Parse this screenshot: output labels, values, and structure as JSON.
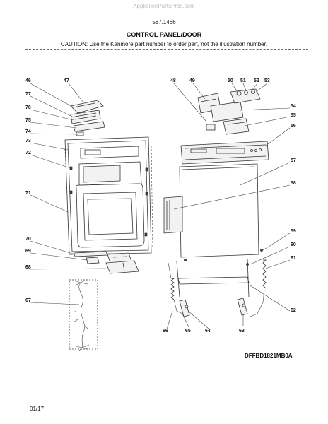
{
  "header": {
    "watermark": "AppliancePartsPros.com",
    "model_number": "587.1466",
    "title": "CONTROL PANEL/DOOR",
    "caution": "CAUTION: Use the Kenmore part number to order part, not the illustration number."
  },
  "callouts": {
    "n46": "46",
    "n47": "47",
    "n77": "77",
    "n70a": "70",
    "n75": "75",
    "n74": "74",
    "n73": "73",
    "n72": "72",
    "n71": "71",
    "n70b": "70",
    "n69": "69",
    "n68": "68",
    "n67": "67",
    "n48": "48",
    "n49": "49",
    "n50": "50",
    "n51": "51",
    "n52": "52",
    "n53": "53",
    "n54": "54",
    "n55": "55",
    "n56": "56",
    "n57": "57",
    "n58": "58",
    "n59": "59",
    "n60": "60",
    "n61": "61",
    "n62": "62",
    "n63": "63",
    "n64": "64",
    "n65": "65",
    "n66": "66"
  },
  "footer": {
    "diagram_code": "DFFBD1821MB0A",
    "date": "01/17"
  }
}
